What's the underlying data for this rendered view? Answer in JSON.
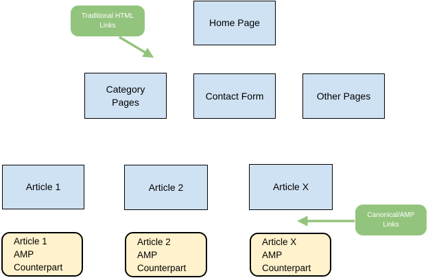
{
  "colors": {
    "background": "#ffffff",
    "node_fill": "#cfe2f3",
    "amp_fill": "#fff2cc",
    "annotation_fill": "#93c47d",
    "annotation_text": "#ffffff",
    "arrow": "#93c47d",
    "border": "#000000",
    "text": "#000000"
  },
  "diagram": {
    "pages": [
      {
        "label": "Home Page"
      },
      {
        "label": "Category Pages"
      },
      {
        "label": "Contact Form"
      },
      {
        "label": "Other Pages"
      },
      {
        "label": "Article 1"
      },
      {
        "label": "Article 2"
      },
      {
        "label": "Article X"
      }
    ],
    "amp_pages": [
      {
        "lines": [
          "Article 1",
          "AMP",
          "Counterpart"
        ]
      },
      {
        "lines": [
          "Article 2",
          "AMP",
          "Counterpart"
        ]
      },
      {
        "lines": [
          "Article X",
          "AMP",
          "Counterpart"
        ]
      }
    ],
    "annotations": [
      {
        "lines": [
          "Traditional HTML",
          "Links"
        ]
      },
      {
        "lines": [
          "Canonical/AMP",
          "Links"
        ]
      }
    ]
  }
}
